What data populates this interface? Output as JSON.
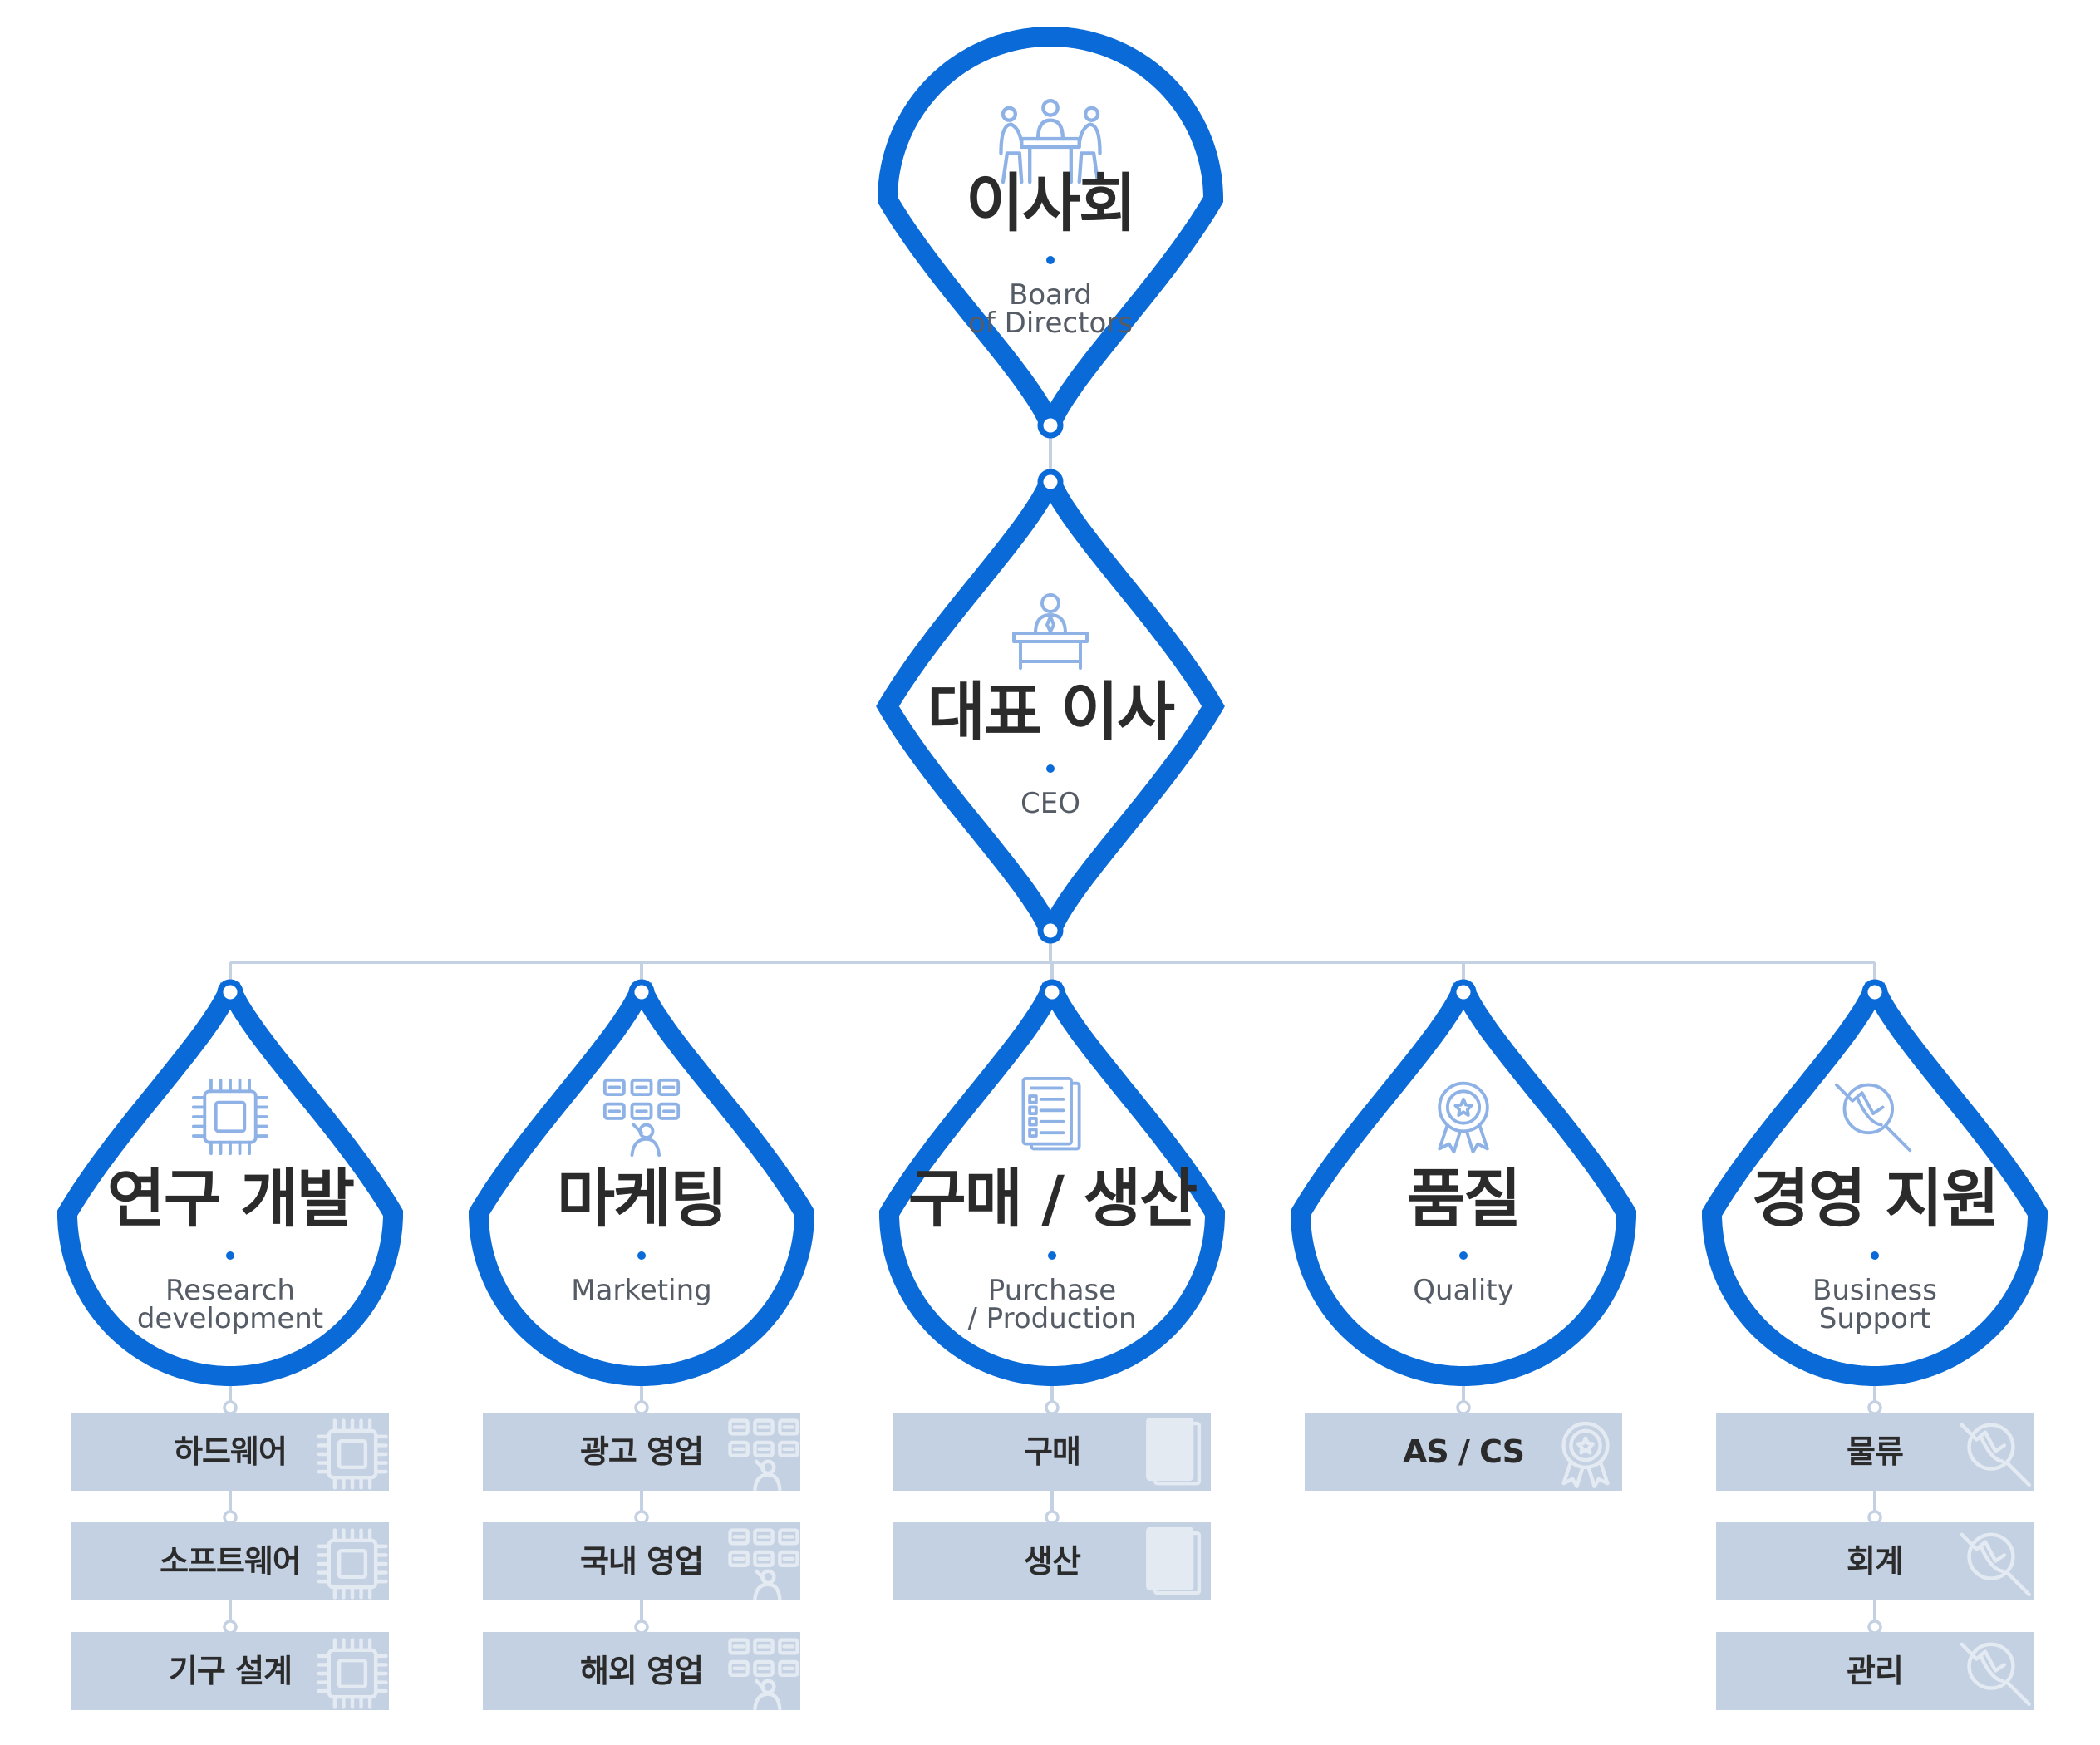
{
  "colors": {
    "accent": "#0a6ad8",
    "connector": "#c4d1e3",
    "box": "#c4d1e3",
    "icon": "#8fb2e6",
    "text": "#2b2b2b"
  },
  "top": {
    "board": {
      "name": "이사회",
      "english": "Board\nof Directors",
      "icon": "meeting-table-icon"
    },
    "ceo": {
      "name": "대표 이사",
      "english": "CEO",
      "icon": "executive-desk-icon"
    }
  },
  "departments": [
    {
      "name": "연구 개발",
      "english": "Research\ndevelopment",
      "icon": "chip-icon",
      "teams": [
        "하드웨어",
        "소프트웨어",
        "기구 설계"
      ]
    },
    {
      "name": "마케팅",
      "english": "Marketing",
      "icon": "presentation-board-icon",
      "teams": [
        "광고 영업",
        "국내 영업",
        "해외 영업"
      ]
    },
    {
      "name": "구매 / 생산",
      "english": "Purchase\n/ Production",
      "icon": "document-list-icon",
      "teams": [
        "구매",
        "생산"
      ]
    },
    {
      "name": "품질",
      "english": "Quality",
      "icon": "award-badge-icon",
      "teams": [
        "AS / CS"
      ]
    },
    {
      "name": "경영 지원",
      "english": "Business\nSupport",
      "icon": "magnifier-chart-icon",
      "teams": [
        "물류",
        "회계",
        "관리"
      ]
    }
  ]
}
